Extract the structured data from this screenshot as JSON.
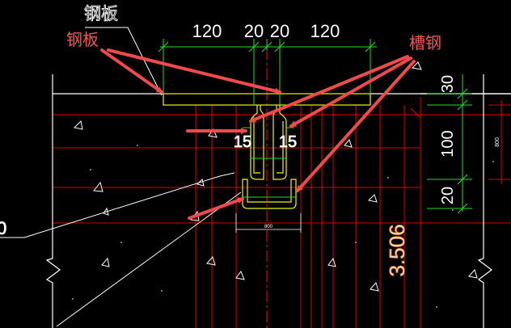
{
  "labels": {
    "steel_plate_white": "钢板",
    "steel_plate_red": "钢板",
    "channel_steel": "槽钢"
  },
  "dimensions": {
    "top": [
      "120",
      "20",
      "20",
      "120"
    ],
    "right": [
      "30",
      "100",
      "20"
    ],
    "right_small": "800"
  },
  "channel_marks": [
    "15",
    "15"
  ],
  "small_box_text": "800",
  "elevation_text": "3.506",
  "edge_text": "0",
  "colors": {
    "background": "#000000",
    "steel_outline": "#f2f200",
    "dimension": "#22dd22",
    "grid_red": "#dd0000",
    "arrow": "#f04a4a",
    "label_red": "#f25757",
    "label_white": "#ffffff",
    "elevation": "#e07828"
  }
}
